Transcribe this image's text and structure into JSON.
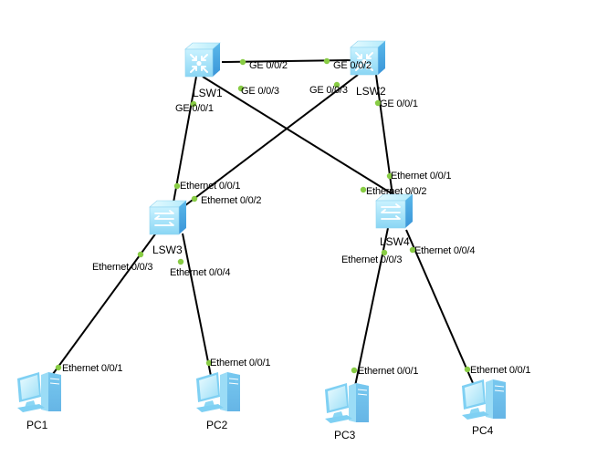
{
  "colors": {
    "link": "#000000",
    "port_dot": "#88cc44",
    "device_light": "#bfeefc",
    "device_mid": "#8fd8f5",
    "device_dark": "#4aa8e0"
  },
  "devices": [
    {
      "id": "LSW1",
      "label": "LSW1",
      "type": "core-switch"
    },
    {
      "id": "LSW2",
      "label": "LSW2",
      "type": "core-switch"
    },
    {
      "id": "LSW3",
      "label": "LSW3",
      "type": "access-switch"
    },
    {
      "id": "LSW4",
      "label": "LSW4",
      "type": "access-switch"
    },
    {
      "id": "PC1",
      "label": "PC1",
      "type": "pc"
    },
    {
      "id": "PC2",
      "label": "PC2",
      "type": "pc"
    },
    {
      "id": "PC3",
      "label": "PC3",
      "type": "pc"
    },
    {
      "id": "PC4",
      "label": "PC4",
      "type": "pc"
    }
  ],
  "links": [
    {
      "a": "LSW1",
      "a_port": "GE 0/0/2",
      "b": "LSW2",
      "b_port": "GE 0/0/2"
    },
    {
      "a": "LSW1",
      "a_port": "GE 0/0/1",
      "b": "LSW3",
      "b_port": "Ethernet 0/0/1"
    },
    {
      "a": "LSW1",
      "a_port": "GE 0/0/3",
      "b": "LSW4",
      "b_port": "Ethernet 0/0/2"
    },
    {
      "a": "LSW2",
      "a_port": "GE 0/0/3",
      "b": "LSW3",
      "b_port": "Ethernet 0/0/2"
    },
    {
      "a": "LSW2",
      "a_port": "GE 0/0/1",
      "b": "LSW4",
      "b_port": "Ethernet 0/0/1"
    },
    {
      "a": "LSW3",
      "a_port": "Ethernet 0/0/3",
      "b": "PC1",
      "b_port": "Ethernet 0/0/1"
    },
    {
      "a": "LSW3",
      "a_port": "Ethernet 0/0/4",
      "b": "PC2",
      "b_port": "Ethernet 0/0/1"
    },
    {
      "a": "LSW4",
      "a_port": "Ethernet 0/0/3",
      "b": "PC3",
      "b_port": "Ethernet 0/0/1"
    },
    {
      "a": "LSW4",
      "a_port": "Ethernet 0/0/4",
      "b": "PC4",
      "b_port": "Ethernet 0/0/1"
    }
  ]
}
